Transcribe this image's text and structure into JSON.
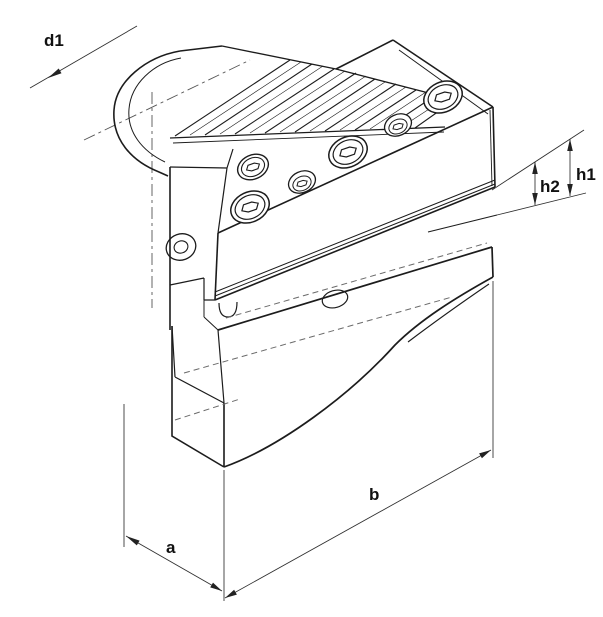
{
  "drawing": {
    "kind": "isometric-technical-drawing",
    "dimension_labels": {
      "d1": "d1",
      "h1": "h1",
      "h2": "h2",
      "a": "a",
      "b": "b"
    }
  },
  "colors": {
    "background": "#ffffff",
    "outline": "#1c1c1c",
    "dimension_line": "#2e2e2e",
    "hidden_line": "#6a6a6a",
    "center_line": "#555555"
  }
}
